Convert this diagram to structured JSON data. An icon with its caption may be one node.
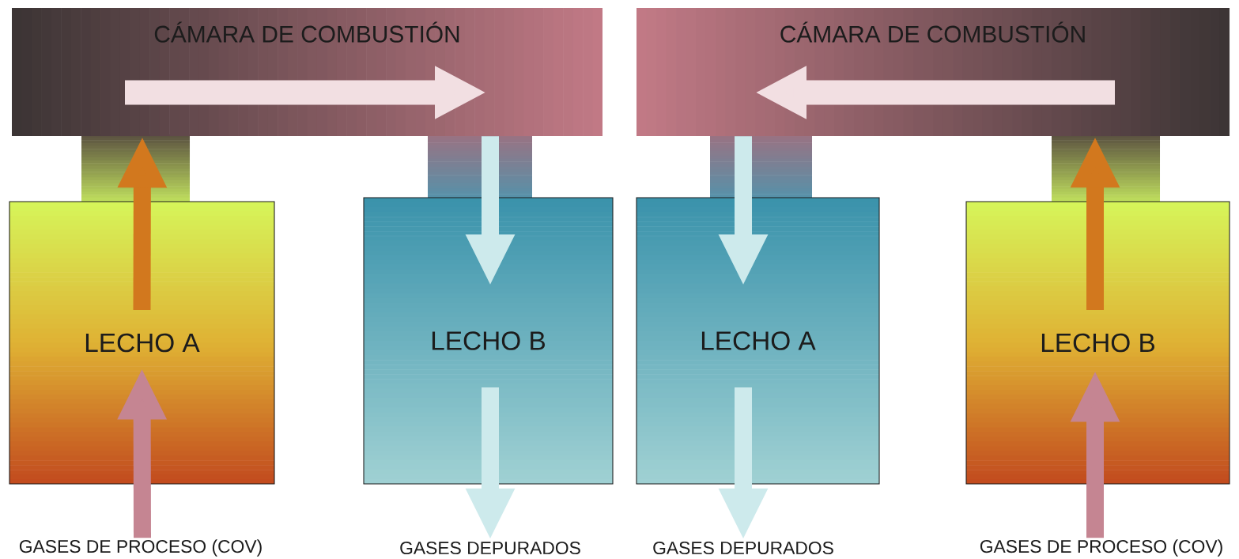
{
  "diagram": {
    "nodes": [
      {
        "text": [
          "CÁMARA DE COMBUSTIÓN"
        ]
      },
      {
        "text": [
          "CÁMARA DE COMBUSTIÓN"
        ]
      },
      {
        "text": [
          "LECHO A"
        ]
      },
      {
        "text": [
          "LECHO B"
        ]
      },
      {
        "text": [
          "LECHO A"
        ]
      },
      {
        "text": [
          "LECHO B"
        ]
      },
      {
        "text": [
          "GASES DE PROCESO (COV)"
        ]
      },
      {
        "text": [
          "GASES DEPURADOS"
        ]
      },
      {
        "text": [
          "GASES DEPURADOS"
        ]
      },
      {
        "text": [
          "GASES DE PROCESO (COV)"
        ]
      }
    ],
    "edges": [
      {
        "from": 6,
        "to": 2,
        "arrow": "to",
        "color": "#c58592"
      },
      {
        "from": 2,
        "to": 0,
        "arrow": "to",
        "color": "#d2781e"
      },
      {
        "from": 0,
        "to": 3,
        "arrow": "to"
      },
      {
        "from": 3,
        "to": 7,
        "arrow": "to"
      },
      {
        "from": 1,
        "to": 4,
        "arrow": "to"
      },
      {
        "from": 4,
        "to": 8,
        "arrow": "to"
      },
      {
        "from": 5,
        "to": 1,
        "arrow": "to",
        "color": "#d2781e"
      },
      {
        "from": 9,
        "to": 5,
        "arrow": "to",
        "color": "#c58592"
      }
    ]
  }
}
